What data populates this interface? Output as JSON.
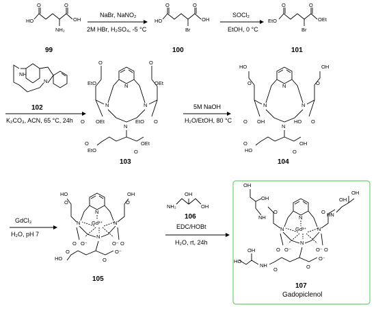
{
  "step1": {
    "above": "NaBr, NaNO₂",
    "below": "2M HBr, H₂SO₄, -5 °C"
  },
  "step2": {
    "above": "SOCl₂",
    "below": "EtOH, 0 °C"
  },
  "step3": {
    "reagent": "102",
    "below": "K₂CO₃, ACN, 65 °C, 24h"
  },
  "step4": {
    "above": "5M NaOH",
    "below": "H₂O/EtOH, 80 °C"
  },
  "step5": {
    "above": "GdCl₃",
    "below": "H₂O, pH 7"
  },
  "step6": {
    "reagent": "106",
    "above": "EDC/HOBt",
    "below": "H₂O, rt, 24h"
  },
  "compounds": {
    "c99": "99",
    "c100": "100",
    "c101": "101",
    "c103": "103",
    "c104": "104",
    "c105": "105",
    "c107": "107"
  },
  "product_name": "Gadopiclenol",
  "atoms": {
    "HO": "HO",
    "OH": "OH",
    "O": "O",
    "NH2": "NH₂",
    "Br": "Br",
    "EtO": "EtO",
    "OEt": "OEt",
    "N": "N",
    "NH": "NH",
    "HN": "HN",
    "Gd": "Gd³⁺",
    "Ominus": "O⁻"
  },
  "colors": {
    "highlight_border": "#7ed87e",
    "ink": "#000000"
  }
}
